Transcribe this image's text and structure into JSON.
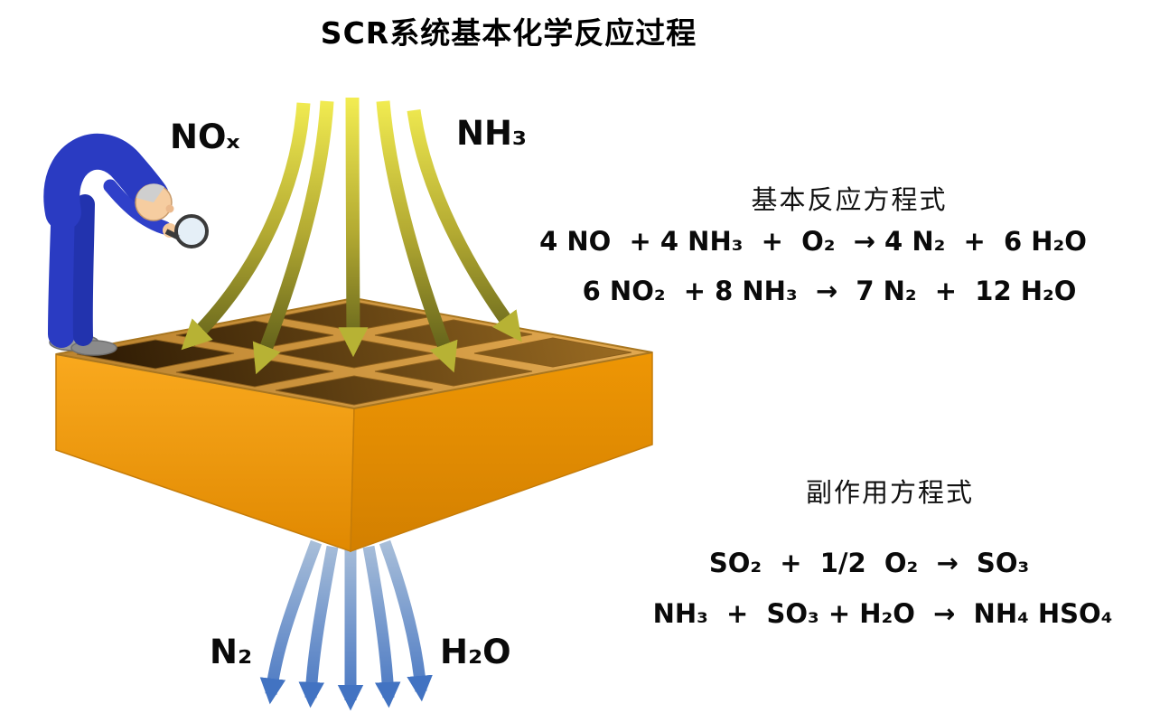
{
  "title": "SCR系统基本化学反应过程",
  "labels": {
    "inlet_left": "NOₓ",
    "inlet_right": "NH₃",
    "outlet_left": "N₂",
    "outlet_right": "H₂O"
  },
  "reactions": {
    "main_title": "基本反应方程式",
    "main_equations": [
      "4 NO  + 4 NH₃  +  O₂  → 4 N₂  +  6 H₂O",
      "6 NO₂  + 8 NH₃  →  7 N₂  +  12 H₂O"
    ],
    "side_title": "副作用方程式",
    "side_equations": [
      "SO₂  +  1/2  O₂  →  SO₃",
      "NH₃  +  SO₃ + H₂O  →  NH₄ HSO₄"
    ]
  },
  "colors": {
    "inlet_top": "#F4EE52",
    "inlet_mid": "#B3AA32",
    "inlet_bottom": "#565617",
    "inlet_head": "#B7B234",
    "outlet_top": "#A9BFD9",
    "outlet_bottom": "#3E6FC0",
    "outlet_head": "#4273C2",
    "block_face_light": "#F9A91E",
    "block_face_dark": "#E08800",
    "block_right_light": "#EE9604",
    "block_right_dark": "#D27F00",
    "block_top_light": "#E0A74F",
    "block_top_dark": "#BD8530",
    "hole_dark": "#2E1B04",
    "hole_light": "#9A6B22"
  }
}
